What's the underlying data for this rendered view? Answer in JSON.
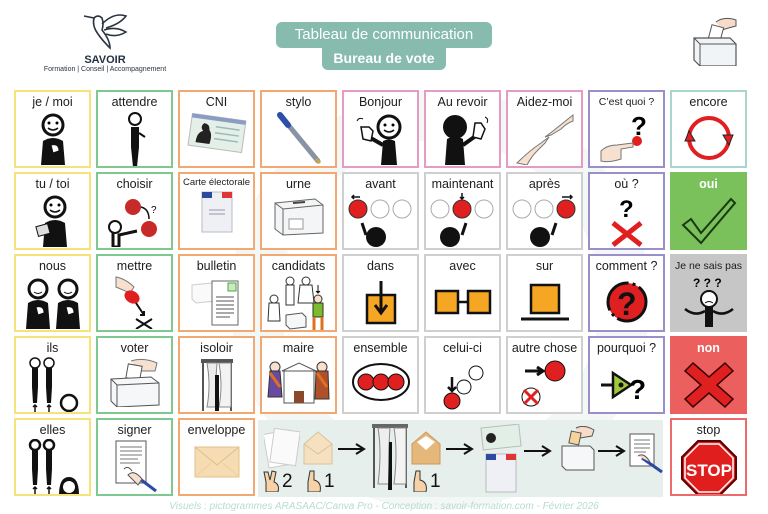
{
  "header": {
    "logo": {
      "name": "SAVOIR",
      "tagline": "Formation | Conseil | Accompagnement",
      "icon": "hummingbird-icon"
    },
    "title": "Tableau de communication",
    "subtitle": "Bureau de vote",
    "corner_icon": "ballot-box-hand-icon"
  },
  "grid": {
    "cells": [
      {
        "label": "je / moi",
        "icon": "person-self-icon",
        "color": "#f7e27a"
      },
      {
        "label": "attendre",
        "icon": "person-waiting-icon",
        "color": "#7fc890"
      },
      {
        "label": "CNI",
        "icon": "id-card-icon",
        "color": "#f3a872"
      },
      {
        "label": "stylo",
        "icon": "pen-icon",
        "color": "#f3a872"
      },
      {
        "label": "Bonjour",
        "icon": "hello-wave-icon",
        "color": "#e79ac3"
      },
      {
        "label": "Au revoir",
        "icon": "goodbye-wave-icon",
        "color": "#e79ac3"
      },
      {
        "label": "Aidez-moi",
        "icon": "helping-hands-icon",
        "color": "#e79ac3"
      },
      {
        "label": "C’est quoi ?",
        "icon": "pointing-question-icon",
        "color": "#9a8fc8"
      },
      {
        "label": "encore",
        "icon": "repeat-cycle-icon",
        "color": "#a8d6cc"
      },
      {
        "label": "tu / toi",
        "icon": "person-you-icon",
        "color": "#f7e27a"
      },
      {
        "label": "choisir",
        "icon": "choose-icon",
        "color": "#7fc890"
      },
      {
        "label": "Carte électorale",
        "icon": "voter-card-icon",
        "color": "#f3a872"
      },
      {
        "label": "urne",
        "icon": "ballot-box-icon",
        "color": "#f3a872"
      },
      {
        "label": "avant",
        "icon": "before-clock-icon",
        "color": "#cfcfcf"
      },
      {
        "label": "maintenant",
        "icon": "now-clock-icon",
        "color": "#cfcfcf"
      },
      {
        "label": "après",
        "icon": "after-clock-icon",
        "color": "#cfcfcf"
      },
      {
        "label": "où ?",
        "icon": "where-question-icon",
        "color": "#9a8fc8"
      },
      {
        "label": "oui",
        "icon": "checkmark-icon",
        "color": "#7ac15b"
      },
      {
        "label": "nous",
        "icon": "two-people-icon",
        "color": "#f7e27a"
      },
      {
        "label": "mettre",
        "icon": "put-icon",
        "color": "#7fc890"
      },
      {
        "label": "bulletin",
        "icon": "ballot-paper-icon",
        "color": "#f3a872"
      },
      {
        "label": "candidats",
        "icon": "candidates-icon",
        "color": "#f3a872"
      },
      {
        "label": "dans",
        "icon": "inside-arrow-icon",
        "color": "#cfcfcf"
      },
      {
        "label": "avec",
        "icon": "with-link-icon",
        "color": "#cfcfcf"
      },
      {
        "label": "sur",
        "icon": "on-top-icon",
        "color": "#cfcfcf"
      },
      {
        "label": "comment ?",
        "icon": "how-question-icon",
        "color": "#9a8fc8"
      },
      {
        "label": "Je ne sais pas",
        "icon": "dont-know-icon",
        "color": "#c6c6c6"
      },
      {
        "label": "ils",
        "icon": "they-male-icon",
        "color": "#f7e27a"
      },
      {
        "label": "voter",
        "icon": "vote-icon",
        "color": "#7fc890"
      },
      {
        "label": "isoloir",
        "icon": "voting-booth-icon",
        "color": "#f3a872"
      },
      {
        "label": "maire",
        "icon": "mayor-icon",
        "color": "#f3a872"
      },
      {
        "label": "ensemble",
        "icon": "together-dots-icon",
        "color": "#cfcfcf"
      },
      {
        "label": "celui-ci",
        "icon": "this-one-icon",
        "color": "#cfcfcf"
      },
      {
        "label": "autre chose",
        "icon": "something-else-icon",
        "color": "#cfcfcf"
      },
      {
        "label": "pourquoi ?",
        "icon": "why-question-icon",
        "color": "#9a8fc8"
      },
      {
        "label": "non",
        "icon": "cross-icon",
        "color": "#ec5f5f"
      },
      {
        "label": "elles",
        "icon": "they-female-icon",
        "color": "#f7e27a"
      },
      {
        "label": "signer",
        "icon": "sign-document-icon",
        "color": "#7fc890"
      },
      {
        "label": "enveloppe",
        "icon": "envelope-icon",
        "color": "#f3a872"
      },
      {
        "label": "stop",
        "icon": "stop-sign-icon",
        "color": "#ec6a6a"
      }
    ]
  },
  "sequence": {
    "steps": [
      {
        "icon": "ballot-papers-icon",
        "count": "2"
      },
      {
        "icon": "open-envelope-icon",
        "count": "1"
      },
      {
        "icon": "voting-booth-icon"
      },
      {
        "icon": "filled-envelope-icon",
        "count": "1"
      },
      {
        "icon": "id-and-voter-card-icon"
      },
      {
        "icon": "vote-icon"
      },
      {
        "icon": "sign-document-icon"
      }
    ],
    "stop_sign_text": "STOP"
  },
  "footer": "Visuels : pictogrammes ARASAAC/Canva Pro - Conception : savoir-formation.com - Février 2026"
}
